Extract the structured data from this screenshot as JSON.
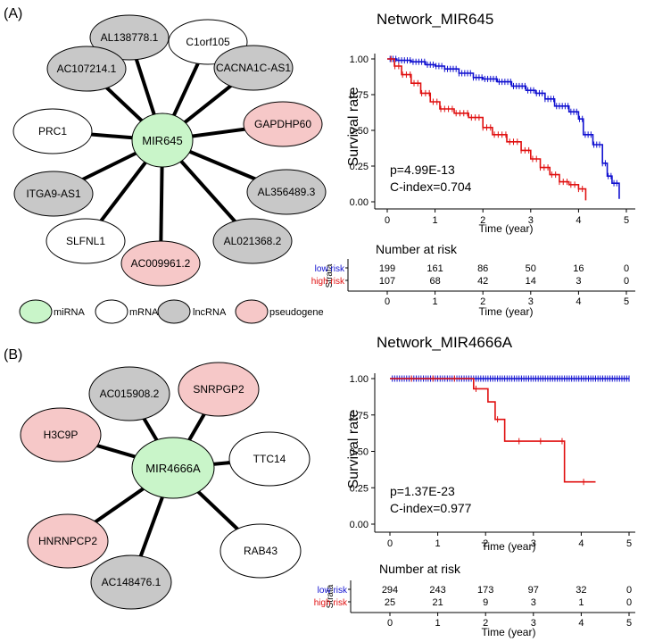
{
  "panels": [
    {
      "label": "(A)",
      "network": {
        "hub": "MIR645",
        "nodes": [
          {
            "label": "AL138778.1",
            "type": "lncRNA"
          },
          {
            "label": "C1orf105",
            "type": "mRNA"
          },
          {
            "label": "CACNA1C-AS1",
            "type": "lncRNA"
          },
          {
            "label": "GAPDHP60",
            "type": "pseudogene"
          },
          {
            "label": "AL356489.3",
            "type": "lncRNA"
          },
          {
            "label": "AL021368.2",
            "type": "lncRNA"
          },
          {
            "label": "AC009961.2",
            "type": "pseudogene"
          },
          {
            "label": "SLFNL1",
            "type": "mRNA"
          },
          {
            "label": "ITGA9-AS1",
            "type": "lncRNA"
          },
          {
            "label": "PRC1",
            "type": "mRNA"
          },
          {
            "label": "AC107214.1",
            "type": "lncRNA"
          }
        ]
      },
      "km": {
        "title": "Network_MIR645",
        "ylabel": "Survival rate",
        "xlabel": "Time (year)",
        "pvalue": "p=4.99E-13",
        "cindex": "C-index=0.704",
        "risk_title": "Number at risk",
        "strata_label": "Strata",
        "risk_xlabel": "Time (year)",
        "rows": [
          {
            "name": "low risk",
            "counts": [
              "199",
              "161",
              "86",
              "50",
              "16",
              "0"
            ]
          },
          {
            "name": "high risk",
            "counts": [
              "107",
              "68",
              "42",
              "14",
              "3",
              "0"
            ]
          }
        ]
      }
    },
    {
      "label": "(B)",
      "network": {
        "hub": "MIR4666A",
        "nodes": [
          {
            "label": "AC015908.2",
            "type": "lncRNA"
          },
          {
            "label": "SNRPGP2",
            "type": "pseudogene"
          },
          {
            "label": "TTC14",
            "type": "mRNA"
          },
          {
            "label": "RAB43",
            "type": "mRNA"
          },
          {
            "label": "AC148476.1",
            "type": "lncRNA"
          },
          {
            "label": "HNRNPCP2",
            "type": "pseudogene"
          },
          {
            "label": "H3C9P",
            "type": "pseudogene"
          }
        ]
      },
      "km": {
        "title": "Network_MIR4666A",
        "ylabel": "Survival rate",
        "xlabel": "Time (year)",
        "pvalue": "p=1.37E-23",
        "cindex": "C-index=0.977",
        "risk_title": "Number at risk",
        "strata_label": "Strata",
        "risk_xlabel": "Time (year)",
        "rows": [
          {
            "name": "low risk",
            "counts": [
              "294",
              "243",
              "173",
              "97",
              "32",
              "0"
            ]
          },
          {
            "name": "high risk",
            "counts": [
              "25",
              "21",
              "9",
              "3",
              "1",
              "0"
            ]
          }
        ]
      }
    }
  ],
  "legend": [
    {
      "label": "miRNA",
      "type": "miRNA"
    },
    {
      "label": "mRNA",
      "type": "mRNA"
    },
    {
      "label": "lncRNA",
      "type": "lncRNA"
    },
    {
      "label": "pseudogene",
      "type": "pseudogene"
    }
  ],
  "colors": {
    "miRNA": "#c9f5c9",
    "mRNA": "#ffffff",
    "lncRNA": "#c8c8c8",
    "pseudogene": "#f6c8c8",
    "low_risk": "#1010d0",
    "high_risk": "#e01010"
  },
  "chart_data": [
    {
      "type": "line",
      "title": "Network_MIR645",
      "xlabel": "Time (year)",
      "ylabel": "Survival rate",
      "xlim": [
        0,
        5
      ],
      "ylim": [
        0,
        1
      ],
      "x_ticks": [
        "0",
        "1",
        "2",
        "3",
        "4",
        "5"
      ],
      "y_ticks": [
        "0.00",
        "0.25",
        "0.50",
        "0.75",
        "1.00"
      ],
      "series": [
        {
          "name": "low risk",
          "color": "#1010d0",
          "points": [
            [
              0,
              1.0
            ],
            [
              0.2,
              0.99
            ],
            [
              0.5,
              0.98
            ],
            [
              0.8,
              0.96
            ],
            [
              1.0,
              0.95
            ],
            [
              1.2,
              0.93
            ],
            [
              1.5,
              0.9
            ],
            [
              1.8,
              0.87
            ],
            [
              2.0,
              0.86
            ],
            [
              2.3,
              0.84
            ],
            [
              2.6,
              0.81
            ],
            [
              2.9,
              0.78
            ],
            [
              3.1,
              0.76
            ],
            [
              3.3,
              0.72
            ],
            [
              3.5,
              0.67
            ],
            [
              3.8,
              0.63
            ],
            [
              4.0,
              0.58
            ],
            [
              4.1,
              0.47
            ],
            [
              4.3,
              0.4
            ],
            [
              4.5,
              0.27
            ],
            [
              4.6,
              0.18
            ],
            [
              4.7,
              0.13
            ],
            [
              4.85,
              0.02
            ]
          ]
        },
        {
          "name": "high risk",
          "color": "#e01010",
          "points": [
            [
              0,
              1.0
            ],
            [
              0.15,
              0.95
            ],
            [
              0.3,
              0.89
            ],
            [
              0.5,
              0.83
            ],
            [
              0.7,
              0.76
            ],
            [
              0.9,
              0.7
            ],
            [
              1.1,
              0.65
            ],
            [
              1.4,
              0.62
            ],
            [
              1.7,
              0.59
            ],
            [
              2.0,
              0.52
            ],
            [
              2.2,
              0.47
            ],
            [
              2.5,
              0.42
            ],
            [
              2.8,
              0.36
            ],
            [
              3.0,
              0.3
            ],
            [
              3.2,
              0.24
            ],
            [
              3.4,
              0.19
            ],
            [
              3.6,
              0.14
            ],
            [
              3.8,
              0.12
            ],
            [
              4.0,
              0.09
            ],
            [
              4.15,
              0.09
            ],
            [
              4.15,
              0.01
            ]
          ]
        }
      ]
    },
    {
      "type": "line",
      "title": "Network_MIR4666A",
      "xlabel": "Time (year)",
      "ylabel": "Survival rate",
      "xlim": [
        0,
        5
      ],
      "ylim": [
        0,
        1
      ],
      "x_ticks": [
        "0",
        "1",
        "2",
        "3",
        "4",
        "5"
      ],
      "y_ticks": [
        "0.00",
        "0.25",
        "0.50",
        "0.75",
        "1.00"
      ],
      "series": [
        {
          "name": "low risk",
          "color": "#1010d0",
          "points": [
            [
              0,
              1.0
            ],
            [
              5.0,
              1.0
            ]
          ]
        },
        {
          "name": "high risk",
          "color": "#e01010",
          "points": [
            [
              0,
              1.0
            ],
            [
              1.75,
              1.0
            ],
            [
              1.75,
              0.93
            ],
            [
              2.05,
              0.93
            ],
            [
              2.05,
              0.84
            ],
            [
              2.2,
              0.84
            ],
            [
              2.2,
              0.72
            ],
            [
              2.4,
              0.72
            ],
            [
              2.4,
              0.57
            ],
            [
              3.65,
              0.57
            ],
            [
              3.65,
              0.29
            ],
            [
              4.3,
              0.29
            ]
          ]
        }
      ]
    }
  ]
}
